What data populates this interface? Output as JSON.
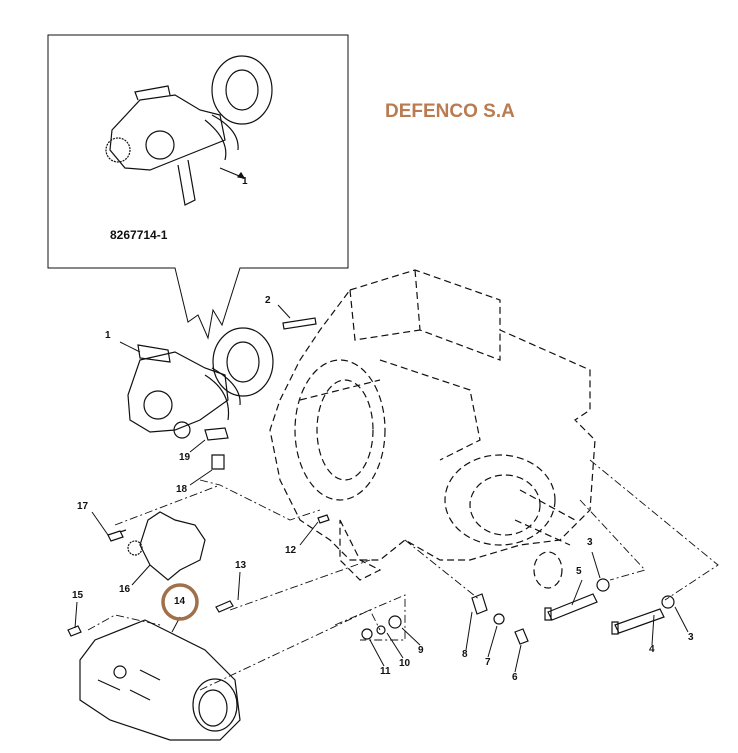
{
  "watermark": "DEFENCO S.A",
  "inset": {
    "part_number": "8267714-1",
    "callout": "1"
  },
  "highlight_color": "#a0704a",
  "brand_color": "#b97b4f",
  "callouts": {
    "c1": "1",
    "c2": "2",
    "c3a": "3",
    "c3b": "3",
    "c4": "4",
    "c5": "5",
    "c6": "6",
    "c7": "7",
    "c8": "8",
    "c9": "9",
    "c10": "10",
    "c11": "11",
    "c12": "12",
    "c13": "13",
    "c14": "14",
    "c15": "15",
    "c16": "16",
    "c17": "17",
    "c18": "18",
    "c19": "19"
  }
}
